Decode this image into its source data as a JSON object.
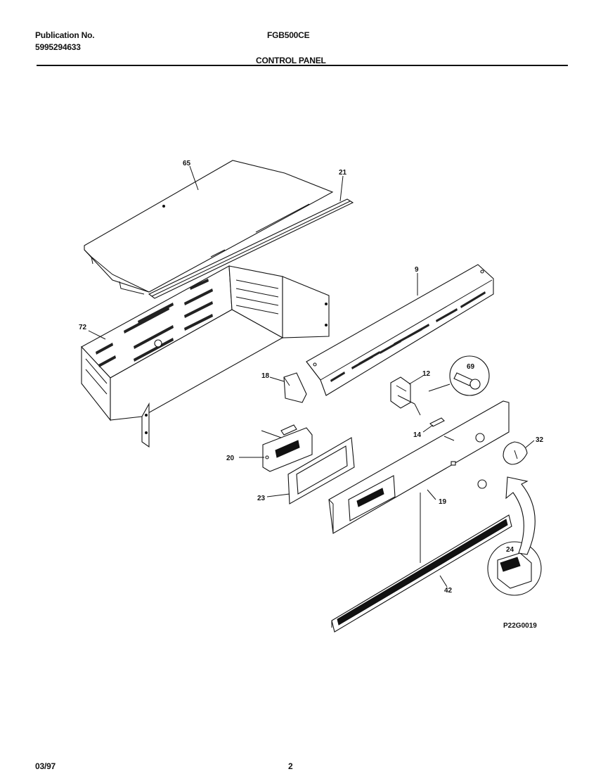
{
  "header": {
    "publication_label": "Publication No.",
    "publication_number": "5995294633",
    "model": "FGB500CE",
    "section_title": "CONTROL PANEL"
  },
  "diagram": {
    "drawing_code": "P22G0019",
    "callouts": [
      "65",
      "21",
      "9",
      "72",
      "18",
      "12",
      "69",
      "20",
      "14",
      "32",
      "23",
      "19",
      "24",
      "42"
    ]
  },
  "footer": {
    "date": "03/97",
    "page_number": "2"
  }
}
